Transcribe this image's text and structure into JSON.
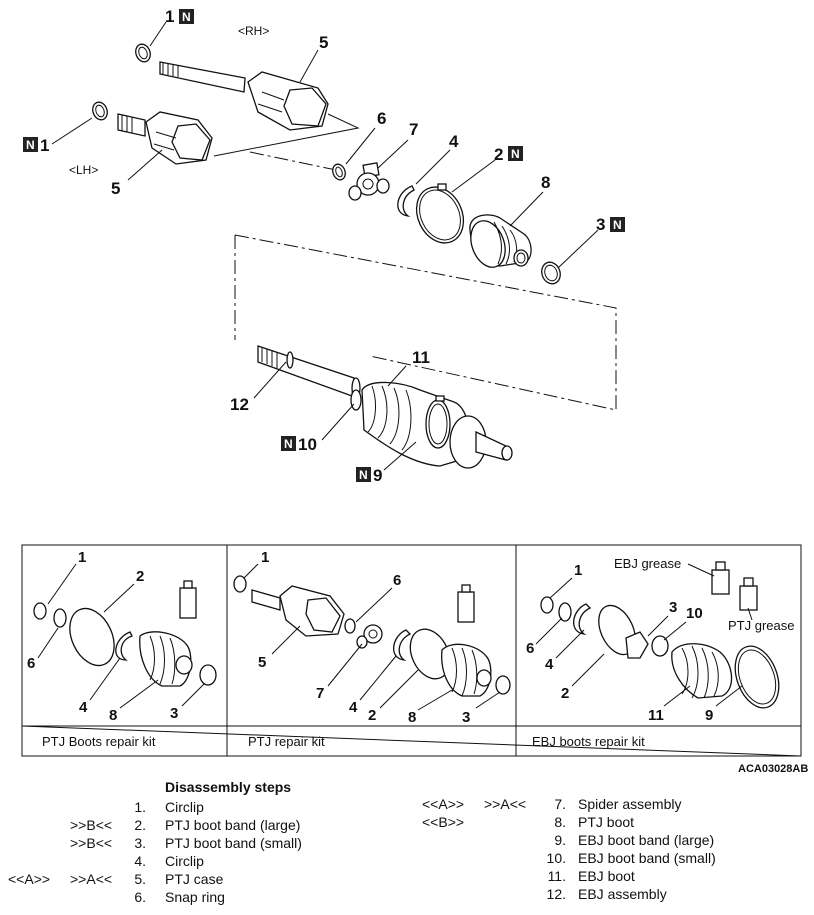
{
  "diagram": {
    "tags": {
      "rh": "<RH>",
      "lh": "<LH>"
    },
    "new_part_mark": "N",
    "callouts": [
      "1",
      "1",
      "5",
      "5",
      "6",
      "7",
      "4",
      "2",
      "8",
      "3",
      "11",
      "12",
      "10",
      "9"
    ]
  },
  "kits": [
    {
      "caption": "PTJ Boots repair kit",
      "callouts": [
        "1",
        "2",
        "6",
        "4",
        "8",
        "3"
      ]
    },
    {
      "caption": "PTJ repair kit",
      "callouts": [
        "1",
        "6",
        "5",
        "7",
        "4",
        "2",
        "8",
        "3"
      ]
    },
    {
      "caption": "EBJ boots repair kit",
      "labels": {
        "ebj_grease": "EBJ grease",
        "ptj_grease": "PTJ grease"
      },
      "callouts": [
        "1",
        "6",
        "4",
        "2",
        "3",
        "10",
        "11",
        "9"
      ]
    }
  ],
  "figure_code": "ACA03028AB",
  "steps": {
    "heading": "Disassembly steps",
    "left": [
      {
        "num": "1.",
        "pre": "",
        "post": "",
        "label": "Circlip"
      },
      {
        "num": "2.",
        "pre": "",
        "post": ">>B<<",
        "label": "PTJ boot band (large)"
      },
      {
        "num": "3.",
        "pre": "",
        "post": ">>B<<",
        "label": "PTJ boot band (small)"
      },
      {
        "num": "4.",
        "pre": "",
        "post": "",
        "label": "Circlip"
      },
      {
        "num": "5.",
        "pre": "<<A>>",
        "post": ">>A<<",
        "label": "PTJ case"
      },
      {
        "num": "6.",
        "pre": "",
        "post": "",
        "label": "Snap ring"
      }
    ],
    "right": [
      {
        "num": "7.",
        "pre": "<<A>>",
        "post": ">>A<<",
        "label": "Spider assembly"
      },
      {
        "num": "8.",
        "pre": "<<B>>",
        "post": "",
        "label": "PTJ boot"
      },
      {
        "num": "9.",
        "pre": "",
        "post": "",
        "label": "EBJ boot band (large)"
      },
      {
        "num": "10.",
        "pre": "",
        "post": "",
        "label": "EBJ boot band (small)"
      },
      {
        "num": "11.",
        "pre": "",
        "post": "",
        "label": "EBJ boot"
      },
      {
        "num": "12.",
        "pre": "",
        "post": "",
        "label": "EBJ assembly"
      }
    ]
  }
}
